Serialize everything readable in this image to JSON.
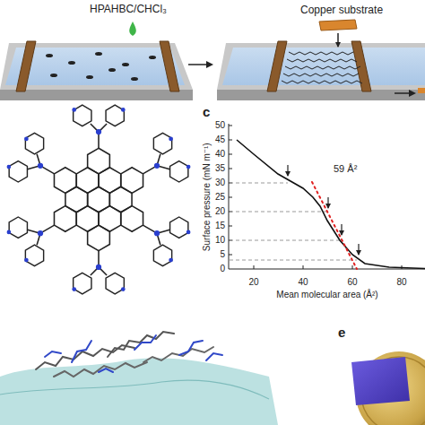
{
  "diagram": {
    "labels": [
      "HPAHBC/CHCl₃",
      "Copper substrate",
      "c",
      "50",
      "45",
      "40",
      "35",
      "30",
      "25",
      "20",
      "15",
      "10",
      "5",
      "0",
      "59 Å²",
      "Surface pressure (mN m⁻¹)",
      "20",
      "40",
      "60",
      "80",
      "Mean molecular area (Å²)",
      "e"
    ]
  }
}
